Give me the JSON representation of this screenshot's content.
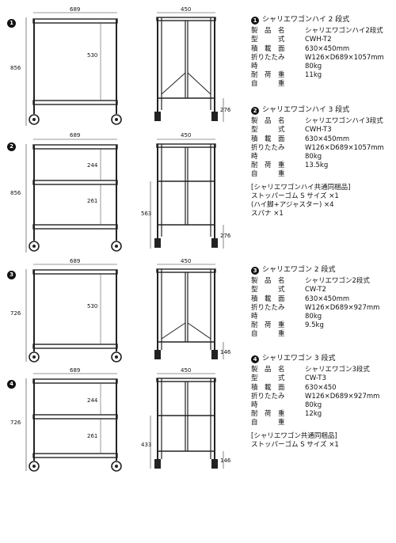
{
  "products": [
    {
      "num": "1",
      "front": {
        "width": "689",
        "height": "856",
        "inner": [
          "530"
        ]
      },
      "side": {
        "width": "450",
        "sub": "",
        "bottom": "276"
      },
      "spec": {
        "title": "シャリエワゴンハイ 2 段式",
        "rows": [
          {
            "k": "製　品　名",
            "v": "シャリエワゴンハイ2段式"
          },
          {
            "k": "型　　　式",
            "v": "CWH-T2"
          },
          {
            "k": "積　載　面",
            "v": "630×450mm"
          },
          {
            "k": "折りたたみ",
            "v": "W126×D689×1057mm"
          },
          {
            "k": "時",
            "v": "80kg"
          },
          {
            "k": "耐　荷　重",
            "v": "11kg"
          },
          {
            "k": "自　　　重",
            "v": ""
          }
        ],
        "extra": []
      }
    },
    {
      "num": "2",
      "front": {
        "width": "689",
        "height": "856",
        "inner": [
          "244",
          "261"
        ]
      },
      "side": {
        "width": "450",
        "sub": "563",
        "bottom": "276"
      },
      "spec": {
        "title": "シャリエワゴンハイ 3 段式",
        "rows": [
          {
            "k": "製　品　名",
            "v": "シャリエワゴンハイ3段式"
          },
          {
            "k": "型　　　式",
            "v": "CWH-T3"
          },
          {
            "k": "積　載　面",
            "v": "630×450mm"
          },
          {
            "k": "折りたたみ",
            "v": "W126×D689×1057mm"
          },
          {
            "k": "時",
            "v": "80kg"
          },
          {
            "k": "耐　荷　重",
            "v": "13.5kg"
          },
          {
            "k": "自　　　重",
            "v": ""
          }
        ],
        "extra": [
          "[シャリエワゴンハイ共通同梱品]",
          "ストッパーゴム S サイズ ×1",
          "(ハイ脚+アジャスター) ×4",
          "スパナ ×1"
        ]
      }
    },
    {
      "num": "3",
      "front": {
        "width": "689",
        "height": "726",
        "inner": [
          "530"
        ]
      },
      "side": {
        "width": "450",
        "sub": "",
        "bottom": "146"
      },
      "spec": {
        "title": "シャリエワゴン 2 段式",
        "rows": [
          {
            "k": "製　品　名",
            "v": "シャリエワゴン2段式"
          },
          {
            "k": "型　　　式",
            "v": "CW-T2"
          },
          {
            "k": "積　載　面",
            "v": "630×450mm"
          },
          {
            "k": "折りたたみ",
            "v": "W126×D689×927mm"
          },
          {
            "k": "時",
            "v": "80kg"
          },
          {
            "k": "耐　荷　重",
            "v": "9.5kg"
          },
          {
            "k": "自　　　重",
            "v": ""
          }
        ],
        "extra": []
      }
    },
    {
      "num": "4",
      "front": {
        "width": "689",
        "height": "726",
        "inner": [
          "244",
          "261"
        ]
      },
      "side": {
        "width": "450",
        "sub": "433",
        "bottom": "146"
      },
      "spec": {
        "title": "シャリエワゴン 3 段式",
        "rows": [
          {
            "k": "製　品　名",
            "v": "シャリエワゴン3段式"
          },
          {
            "k": "型　　　式",
            "v": "CW-T3"
          },
          {
            "k": "積　載　面",
            "v": "630×450"
          },
          {
            "k": "折りたたみ",
            "v": "W126×D689×927mm"
          },
          {
            "k": "時",
            "v": "80kg"
          },
          {
            "k": "耐　荷　重",
            "v": "12kg"
          },
          {
            "k": "自　　　重",
            "v": ""
          }
        ],
        "extra": [
          "[シャリエワゴン共通同梱品]",
          "ストッパーゴム S サイズ ×1"
        ]
      }
    }
  ]
}
